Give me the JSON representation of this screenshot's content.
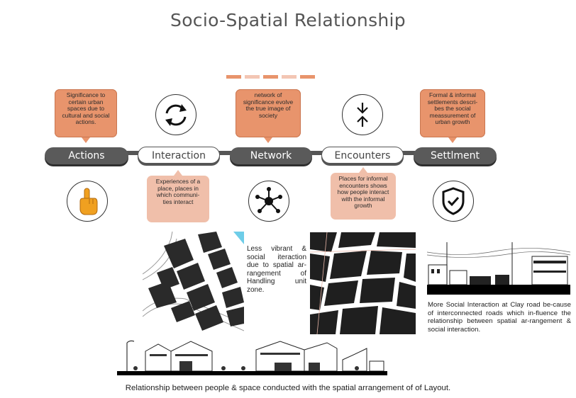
{
  "title": "Socio-Spatial Relationship",
  "title_bar_colors": [
    "#e8946c",
    "#f3c6b4",
    "#e8946c",
    "#f3c6b4",
    "#e8946c"
  ],
  "timeline": [
    {
      "label": "Actions",
      "style": "dark"
    },
    {
      "label": "Interaction",
      "style": "light"
    },
    {
      "label": "Network",
      "style": "dark"
    },
    {
      "label": "Encounters",
      "style": "light"
    },
    {
      "label": "Settlment",
      "style": "dark"
    }
  ],
  "callouts": {
    "actions": "Significance to certain urban spaces due to cultural and social actions.",
    "interaction": "Experiences of a place, places in which communi-ties interact",
    "network": "network of significance evolve the true image of society",
    "encounters": "Places for informal encounters shows how people interact with the informal growth",
    "settlment": "Formal & informal settlements descri-bes the social meassurement of urban growth"
  },
  "icons": {
    "actions": "pointing-hand-icon",
    "interaction": "cycle-arrows-icon",
    "network": "network-icon",
    "encounters": "converging-arrows-icon",
    "settlment": "shield-check-icon"
  },
  "colors": {
    "accent": "#e8946c",
    "accent_light": "#f0bfaa",
    "dark": "#555555",
    "hand": "#f0a020"
  },
  "texts": {
    "left_note": "Less vibrant & social iteraction due to spatial ar-rangement of Handling unit zone.",
    "right_note": "More Social Interaction at Clay road be-cause of interconnected roads which in-fluence the relationship between spatial ar-rangement & social interaction."
  },
  "caption": "Relationship between people & space conducted with the spatial arrangement of of Layout."
}
